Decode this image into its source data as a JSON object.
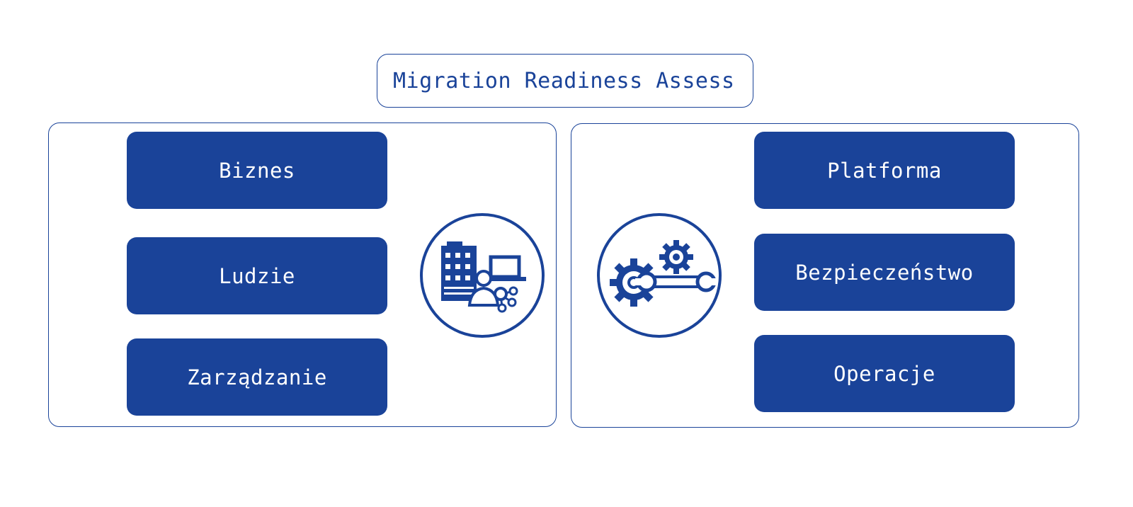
{
  "title": "Migration Readiness Assess",
  "left_panel": {
    "items": [
      {
        "label": "Biznes"
      },
      {
        "label": "Ludzie"
      },
      {
        "label": "Zarządzanie"
      }
    ],
    "icon": "business-people-icon"
  },
  "right_panel": {
    "items": [
      {
        "label": "Platforma"
      },
      {
        "label": "Bezpieczeństwo"
      },
      {
        "label": "Operacje"
      }
    ],
    "icon": "gears-wrench-icon"
  },
  "colors": {
    "accent": "#1a4399",
    "background": "#ffffff",
    "button_text": "#ffffff"
  }
}
